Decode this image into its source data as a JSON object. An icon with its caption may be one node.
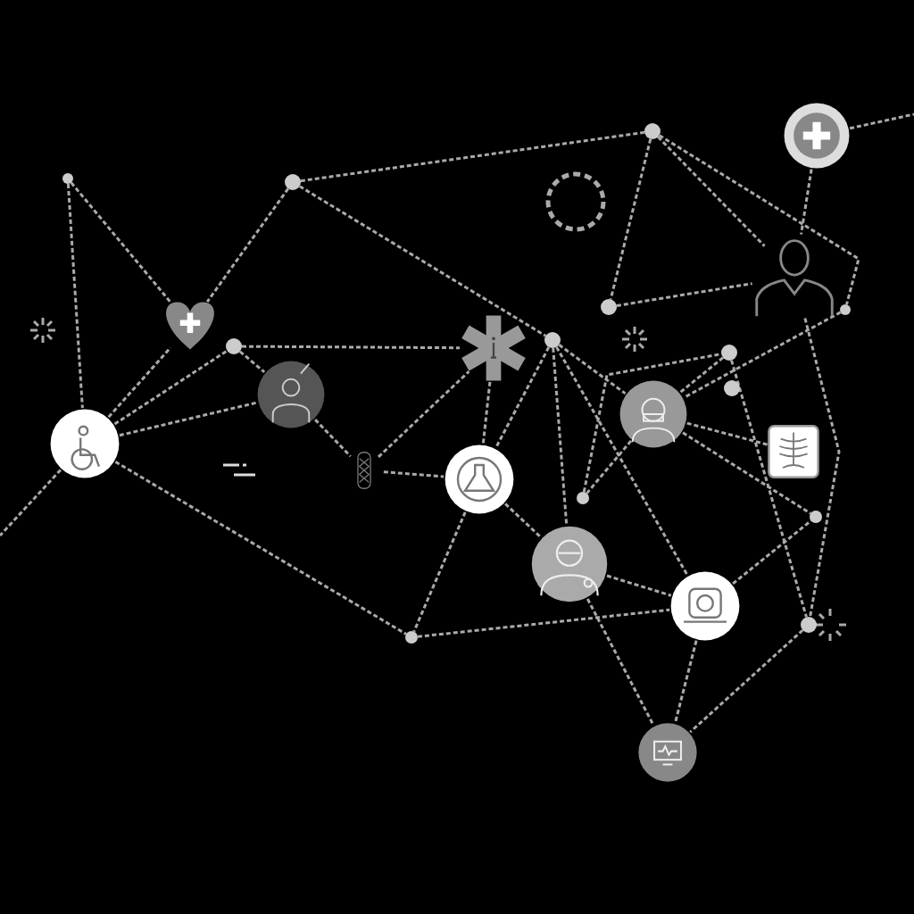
{
  "diagram": {
    "nodes": [
      {
        "text": [],
        "shape": "circle"
      },
      {
        "text": [],
        "shape": "circle"
      },
      {
        "text": [],
        "shape": "circle"
      },
      {
        "text": [],
        "shape": "picture"
      },
      {
        "text": [],
        "shape": "picture"
      },
      {
        "text": [],
        "shape": "circle"
      },
      {
        "text": [],
        "shape": "picture"
      },
      {
        "text": [],
        "shape": "circle"
      },
      {
        "text": [],
        "shape": "circle"
      },
      {
        "text": [],
        "shape": "picture"
      },
      {
        "text": [],
        "shape": "circle"
      },
      {
        "text": [],
        "shape": "circle"
      },
      {
        "text": [],
        "shape": "circle"
      },
      {
        "text": [],
        "shape": "picture"
      },
      {
        "text": [],
        "shape": "picture"
      },
      {
        "text": [],
        "shape": "picture"
      },
      {
        "text": [],
        "shape": "picture"
      },
      {
        "text": [],
        "shape": "picture"
      },
      {
        "text": [],
        "shape": "picture"
      },
      {
        "text": [],
        "shape": "circle"
      },
      {
        "text": [],
        "shape": "circle"
      },
      {
        "text": [],
        "shape": "picture"
      },
      {
        "text": [],
        "shape": "picture"
      },
      {
        "text": [],
        "shape": "circle"
      },
      {
        "text": [],
        "shape": "circle"
      },
      {
        "text": [],
        "shape": "picture"
      }
    ],
    "edges": [
      {
        "from": 0,
        "to": 13,
        "arrow": "none"
      },
      {
        "from": 0,
        "to": 4,
        "arrow": "none"
      },
      {
        "from": 1,
        "to": 4,
        "arrow": "none"
      },
      {
        "from": 1,
        "to": 2,
        "arrow": "none"
      },
      {
        "from": 1,
        "to": 7,
        "arrow": "none"
      },
      {
        "from": 2,
        "to": 8,
        "arrow": "none"
      },
      {
        "from": 2,
        "to": 10,
        "arrow": "none"
      },
      {
        "from": 2,
        "to": 9,
        "arrow": "none"
      },
      {
        "from": 8,
        "to": 9,
        "arrow": "none"
      },
      {
        "from": 3,
        "to": 9,
        "arrow": "none"
      },
      {
        "from": 3,
        "to": null,
        "arrow": "none"
      },
      {
        "from": 13,
        "to": 4,
        "arrow": "none"
      },
      {
        "from": 13,
        "to": 5,
        "arrow": "none"
      },
      {
        "from": 13,
        "to": 14,
        "arrow": "none"
      },
      {
        "from": 13,
        "to": 24,
        "arrow": "none"
      },
      {
        "from": 13,
        "to": null,
        "arrow": "none"
      },
      {
        "from": 5,
        "to": 6,
        "arrow": "none"
      },
      {
        "from": 5,
        "to": 14,
        "arrow": "none"
      },
      {
        "from": 14,
        "to": 15,
        "arrow": "none"
      },
      {
        "from": 15,
        "to": 16,
        "arrow": "none"
      },
      {
        "from": 15,
        "to": 6,
        "arrow": "none"
      },
      {
        "from": 6,
        "to": 16,
        "arrow": "none"
      },
      {
        "from": 7,
        "to": 16,
        "arrow": "none"
      },
      {
        "from": 7,
        "to": 22,
        "arrow": "none"
      },
      {
        "from": 7,
        "to": 21,
        "arrow": "none"
      },
      {
        "from": 7,
        "to": 17,
        "arrow": "none"
      },
      {
        "from": 16,
        "to": 24,
        "arrow": "none"
      },
      {
        "from": 16,
        "to": 21,
        "arrow": "none"
      },
      {
        "from": 24,
        "to": 22,
        "arrow": "none"
      },
      {
        "from": 10,
        "to": 17,
        "arrow": "none"
      },
      {
        "from": 11,
        "to": 17,
        "arrow": "none"
      },
      {
        "from": 11,
        "to": 23,
        "arrow": "none"
      },
      {
        "from": 17,
        "to": 18,
        "arrow": "none"
      },
      {
        "from": 17,
        "to": 20,
        "arrow": "none"
      },
      {
        "from": 17,
        "to": 19,
        "arrow": "none"
      },
      {
        "from": 19,
        "to": 11,
        "arrow": "none"
      },
      {
        "from": 22,
        "to": 20,
        "arrow": "none"
      },
      {
        "from": 21,
        "to": 22,
        "arrow": "none"
      },
      {
        "from": 22,
        "to": 25,
        "arrow": "none"
      },
      {
        "from": 9,
        "to": 23,
        "arrow": "none"
      },
      {
        "from": 21,
        "to": 25,
        "arrow": "none"
      },
      {
        "from": 23,
        "to": 25,
        "arrow": "none"
      }
    ]
  }
}
